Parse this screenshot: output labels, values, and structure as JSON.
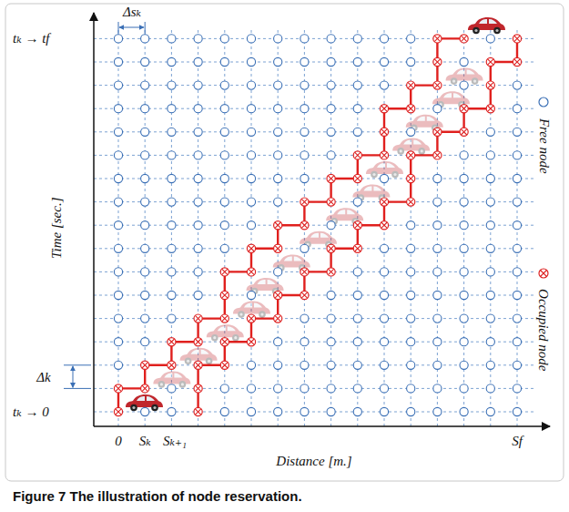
{
  "diagram": {
    "caption": "Figure 7 The illustration of node reservation.",
    "labels": [
      "Δsₖ",
      "tₖ → tf",
      "Time [sec.]",
      "Δk",
      "tₖ → 0",
      "0",
      "Sₖ",
      "Sₖ₊₁",
      "Sf",
      "Distance [m.]"
    ],
    "legend": [
      {
        "text": "Free node"
      },
      {
        "text": "Occupied node"
      }
    ]
  }
}
